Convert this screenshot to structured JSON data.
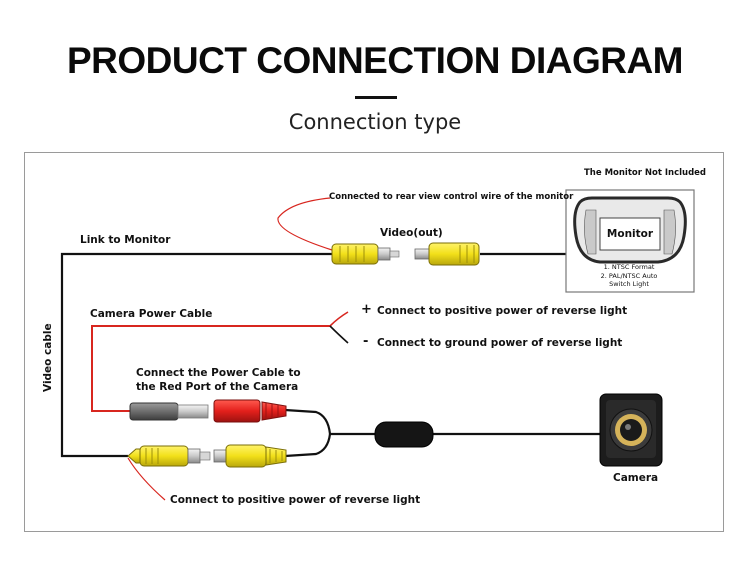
{
  "header": {
    "title": "PRODUCT CONNECTION DIAGRAM",
    "subtitle": "Connection type"
  },
  "monitor": {
    "caption": "The Monitor Not Included",
    "screen_label": "Monitor",
    "notes": [
      "1. NTSC Format",
      "2. PAL/NTSC Auto",
      "Switch Light"
    ]
  },
  "labels": {
    "monitor_wire_note": "Connected to rear view control wire of the monitor",
    "video_out": "Video(out)",
    "link_to_monitor": "Link to Monitor",
    "camera_power_cable": "Camera Power Cable",
    "plus_sign": "+",
    "minus_sign": "-",
    "positive_power": "Connect to positive power of reverse light",
    "ground_power": "Connect to ground power of reverse light",
    "power_to_red_port_line1": "Connect the Power Cable to",
    "power_to_red_port_line2": "the Red Port of the Camera",
    "video_cable": "Video cable",
    "camera": "Camera",
    "bottom_note": "Connect to positive power of reverse light"
  },
  "colors": {
    "wire": "#111111",
    "red_wire": "#d8261f",
    "rca_yellow": "#f2e019",
    "power_red": "#e3201c",
    "power_gray": "#6d6d6d"
  }
}
